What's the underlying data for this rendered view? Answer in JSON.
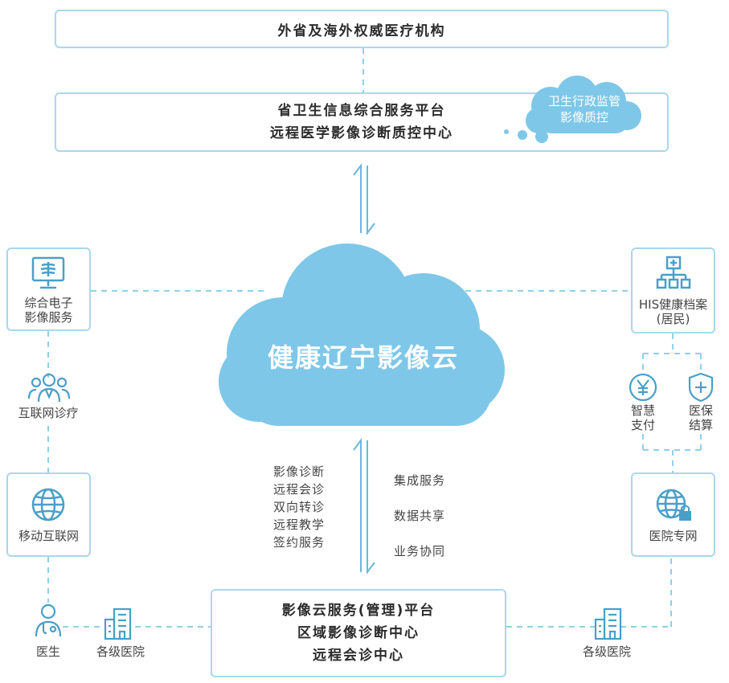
{
  "top_box": {
    "title": "外省及海外权威医疗机构"
  },
  "province_box": {
    "line1": "省卫生信息综合服务平台",
    "line2": "远程医学影像诊断质控中心"
  },
  "supervision_cloud": {
    "line1": "卫生行政监管",
    "line2": "影像质控"
  },
  "main_cloud": {
    "title": "健康辽宁影像云"
  },
  "left_nodes": {
    "electronic_imaging": {
      "line1": "综合电子",
      "line2": "影像服务"
    },
    "internet_clinic": {
      "label": "互联网诊疗"
    },
    "mobile_internet": {
      "label": "移动互联网"
    },
    "doctor": {
      "label": "医生"
    },
    "hospitals": {
      "label": "各级医院"
    }
  },
  "right_nodes": {
    "his": {
      "line1": "HIS健康档案",
      "line2": "(居民)"
    },
    "smart_pay": {
      "line1": "智慧",
      "line2": "支付"
    },
    "medical_insurance": {
      "line1": "医保",
      "line2": "结算"
    },
    "hospital_network": {
      "label": "医院专网"
    },
    "hospitals": {
      "label": "各级医院"
    }
  },
  "services_left": [
    "影像诊断",
    "远程会诊",
    "双向转诊",
    "远程教学",
    "签约服务"
  ],
  "services_right": [
    "集成服务",
    "数据共享",
    "业务协同"
  ],
  "bottom_box": {
    "line1": "影像云服务(管理)平台",
    "line2": "区域影像诊断中心",
    "line3": "远程会诊中心"
  },
  "colors": {
    "accent": "#7ec7e8",
    "border": "#a8d8ec",
    "icon": "#4a9fc8",
    "dash": "#8fd0ea"
  }
}
